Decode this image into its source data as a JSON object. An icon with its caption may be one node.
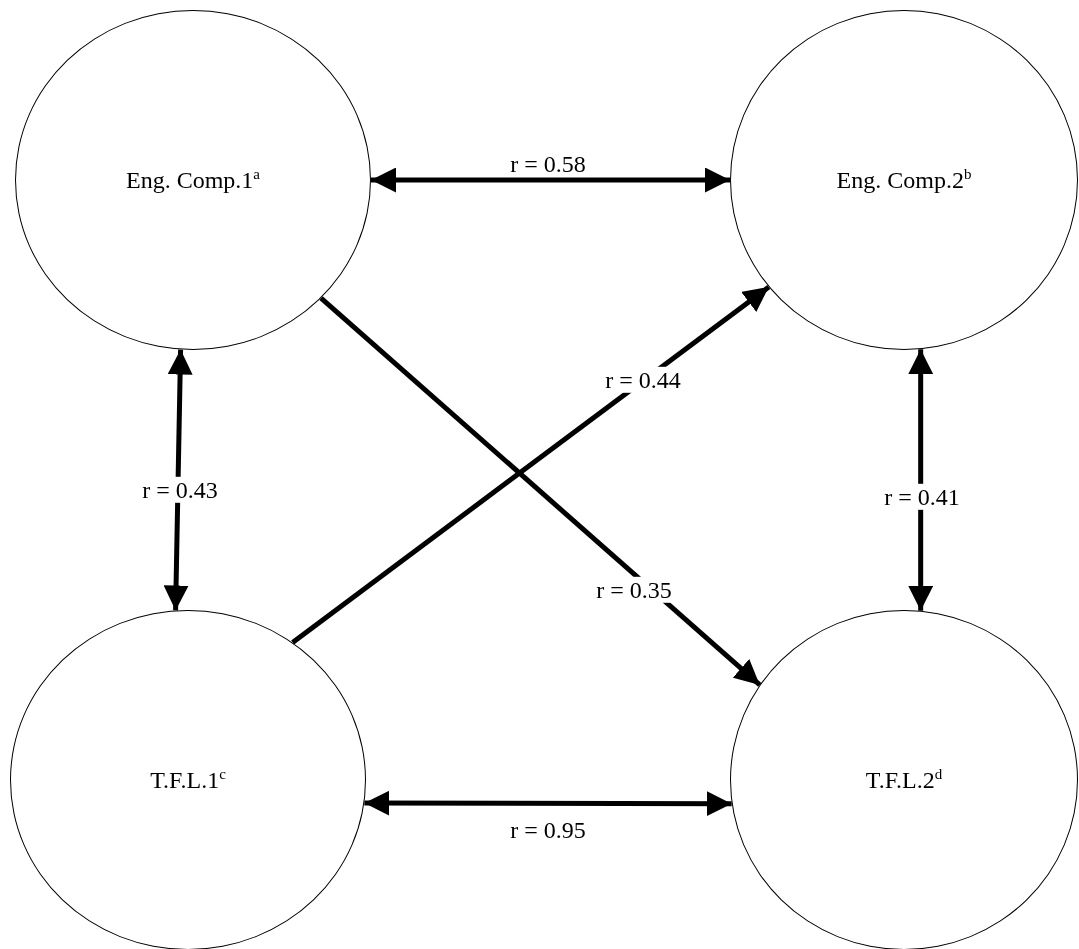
{
  "diagram": {
    "nodes": [
      {
        "text": [
          "Eng. Comp.1$^{a}$"
        ]
      },
      {
        "text": [
          "Eng. Comp.2$^{b}$"
        ]
      },
      {
        "text": [
          "T.F.L.1$^{c}$"
        ]
      },
      {
        "text": [
          "T.F.L.2$^{d}$"
        ]
      }
    ],
    "edges": [
      {
        "from": 0,
        "to": 1,
        "arrow": "both",
        "label": "r = 0.58"
      },
      {
        "from": 0,
        "to": 2,
        "arrow": "both",
        "label": "r = 0.43"
      },
      {
        "from": 1,
        "to": 3,
        "arrow": "both",
        "label": "r = 0.41"
      },
      {
        "from": 2,
        "to": 1,
        "arrow": "to",
        "label": "r = 0.44"
      },
      {
        "from": 0,
        "to": 3,
        "arrow": "to",
        "label": "r = 0.35"
      },
      {
        "from": 2,
        "to": 3,
        "arrow": "both",
        "label": "r = 0.95"
      }
    ]
  }
}
